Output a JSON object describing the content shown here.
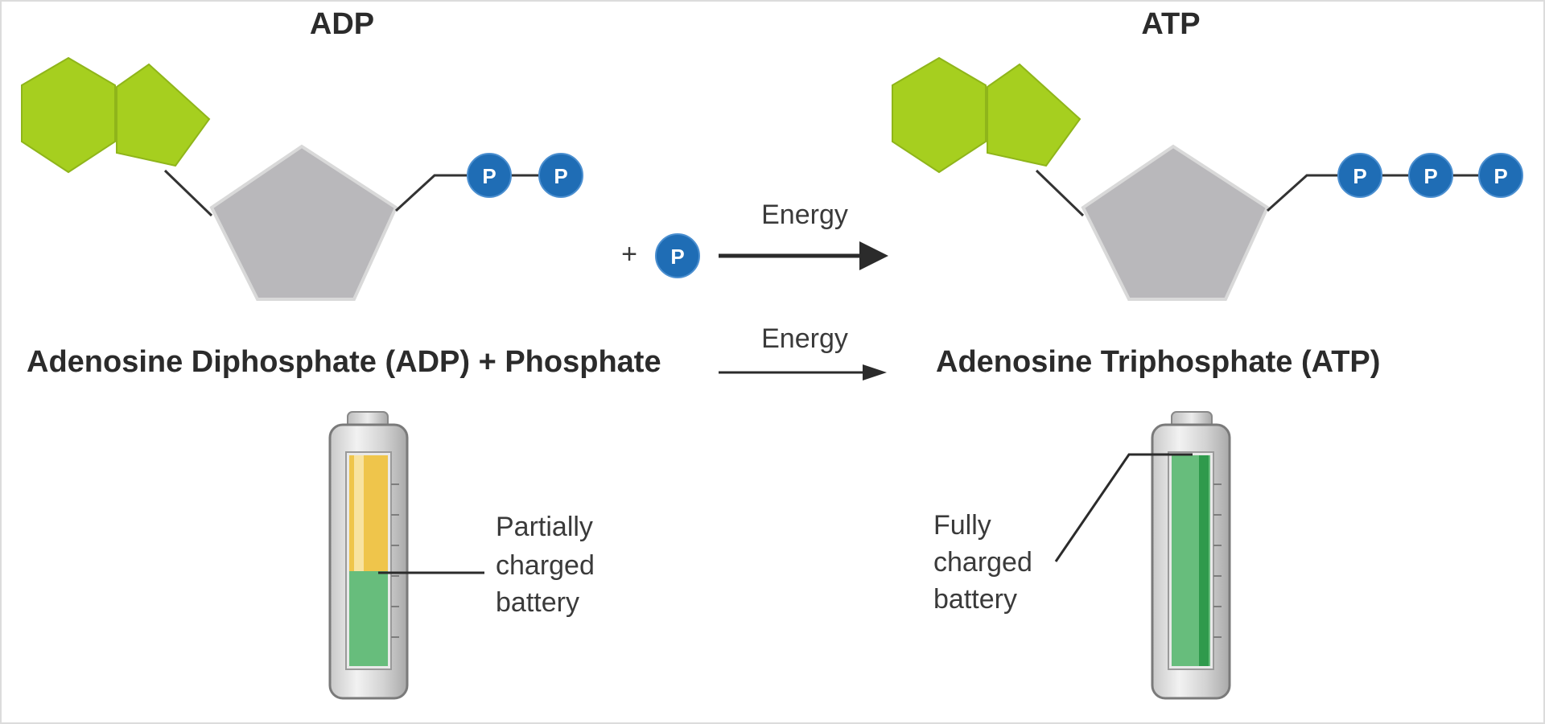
{
  "adp": {
    "title": "ADP"
  },
  "atp": {
    "title": "ATP"
  },
  "reaction": {
    "plus_sign": "+",
    "phosphate_symbol": "P",
    "energy_label_top": "Energy",
    "energy_label_bottom": "Energy"
  },
  "equation": {
    "left": "Adenosine Diphosphate (ADP) + Phosphate",
    "right": "Adenosine Triphosphate (ATP)"
  },
  "batteries": {
    "partial": {
      "label_lines": [
        "Partially",
        "charged",
        "battery"
      ],
      "charge_fraction": 0.45
    },
    "full": {
      "label_lines": [
        "Fully",
        "charged",
        "battery"
      ],
      "charge_fraction": 1.0
    }
  },
  "colors": {
    "adenine": "#a6cf1f",
    "ribose": "#b9b8bb",
    "phosphate": "#1f6db5",
    "battery_green": "#67bd7c",
    "battery_yellow": "#efc54b",
    "text": "#2b2b2b"
  }
}
